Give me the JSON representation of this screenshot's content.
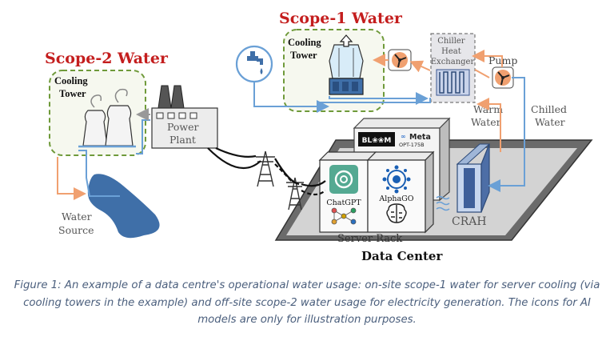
{
  "scope1": {
    "title": "Scope-1 Water",
    "cooling_tower": "Cooling\nTower"
  },
  "scope2": {
    "title": "Scope-2 Water",
    "cooling_tower": "Cooling\nTower"
  },
  "power_plant": "Power\nPlant",
  "water_source": "Water\nSource",
  "chiller": "Chiller\nHeat\nExchanger",
  "pump": "Pump",
  "warm_water": "Warm\nWater",
  "chilled_water": "Chilled\nWater",
  "crah": "CRAH",
  "server_rack": "Server Rack",
  "data_center": "Data Center",
  "models": {
    "bloom": "BL❀❀M",
    "meta": "Meta",
    "opt": "OPT-175B",
    "chatgpt": "ChatGPT",
    "alphago": "AlphaGO"
  },
  "caption": "Figure 1: An example of a data centre's operational water usage: on-site scope-1 water for server cooling (via cooling towers in the example) and off-site scope-2 water usage for electricity generation. The icons for AI models are only for illustration purposes.",
  "colors": {
    "title_red": "#c41e1e",
    "dashed_green": "#6f9a3a",
    "pipe_blue": "#6aa0d6",
    "pipe_orange": "#f0a070",
    "tower_blue": "#3f6fa8"
  }
}
